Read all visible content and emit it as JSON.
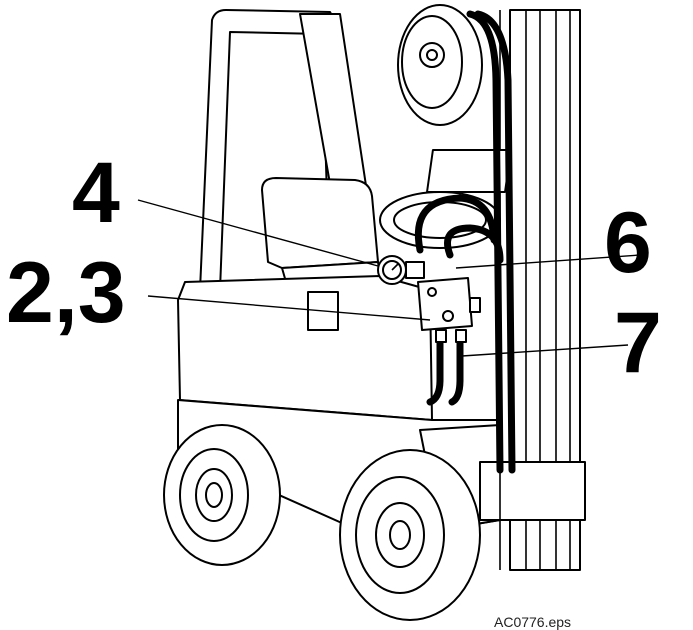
{
  "callouts": {
    "gauge": "4",
    "valve": "2,3",
    "upper_hose": "6",
    "lower_hose": "7"
  },
  "file_id": "AC0776.eps"
}
